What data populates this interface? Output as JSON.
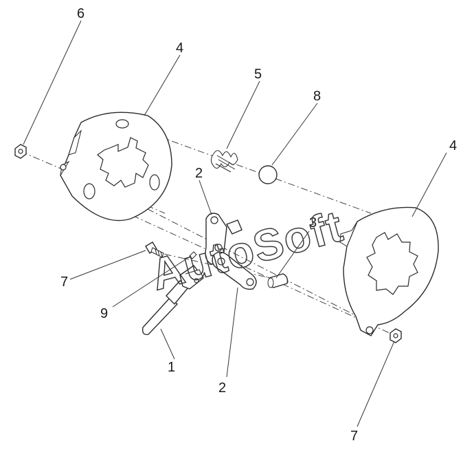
{
  "watermark": "AutoSoft",
  "callouts": {
    "c1": "1",
    "c2a": "2",
    "c2b": "2",
    "c3": "3",
    "c4a": "4",
    "c4b": "4",
    "c5": "5",
    "c6": "6",
    "c7a": "7",
    "c7b": "7",
    "c8": "8",
    "c9": "9"
  }
}
